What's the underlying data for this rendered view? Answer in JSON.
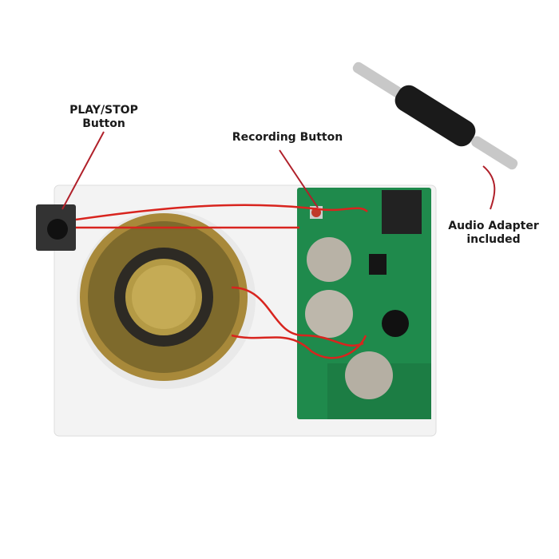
{
  "labels": {
    "play_stop": [
      "PLAY/STOP",
      "Button"
    ],
    "recording": "Recording Button",
    "audio_adapter": [
      "Audio Adapter",
      "included"
    ]
  },
  "colors": {
    "leader_line": "#b0202a",
    "pcb": "#1f8a4c",
    "wire": "#d8241e",
    "card": "#f4f4f4"
  }
}
